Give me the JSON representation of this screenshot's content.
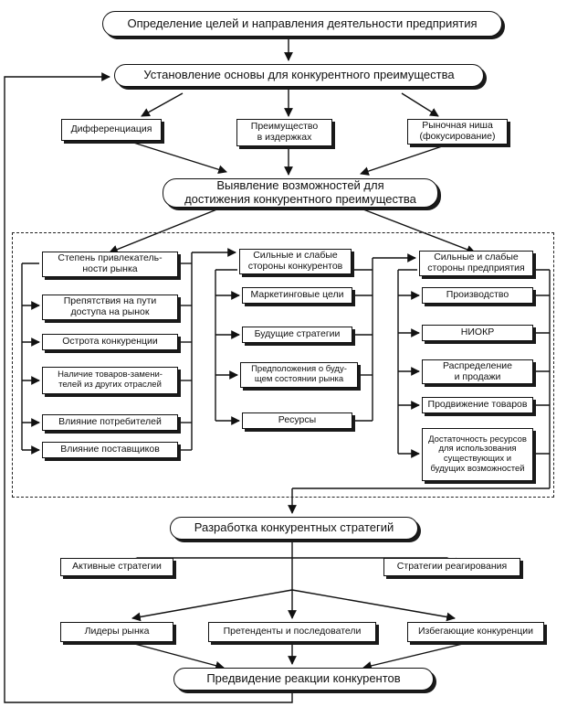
{
  "goal": "Определение целей и направления деятельности предприятия",
  "basis": "Установление основы для конкурентного преимущества",
  "strategies": {
    "diff": "Дифференциация",
    "cost": "Преимущество\nв издержках",
    "niche": "Рыночная ниша\n(фокусирование)"
  },
  "opportunities": "Выявление возможностей для\nдостижения конкурентного преимущества",
  "market": {
    "attractiveness": "Степень привлекатель-\nности рынка",
    "barriers": "Препятствия на пути\nдоступа на рынок",
    "competition": "Острота конкуренции",
    "substitutes": "Наличие товаров-замени-\nтелей из других отраслей",
    "consumers": "Влияние потребителей",
    "suppliers": "Влияние поставщиков"
  },
  "competitors": {
    "title": "Сильные и слабые\nстороны конкурентов",
    "marketing": "Маркетинговые цели",
    "future": "Будущие стратегии",
    "assumptions": "Предположения о буду-\nщем состоянии рынка",
    "resources": "Ресурсы"
  },
  "company": {
    "title": "Сильные и слабые\nстороны предприятия",
    "production": "Производство",
    "rnd": "НИОКР",
    "distribution": "Распределение\nи продажи",
    "promotion": "Продвижение товаров",
    "sufficiency": "Достаточность ресурсов\nдля использования\nсуществующих и\nбудущих возможностей"
  },
  "develop": "Разработка конкурентных стратегий",
  "active": "Активные стратегии",
  "reactive": "Стратегии реагирования",
  "leaders": "Лидеры рынка",
  "challengers": "Претенденты и последователи",
  "avoiders": "Избегающие конкуренции",
  "forecast": "Предвидение реакции конкурентов"
}
